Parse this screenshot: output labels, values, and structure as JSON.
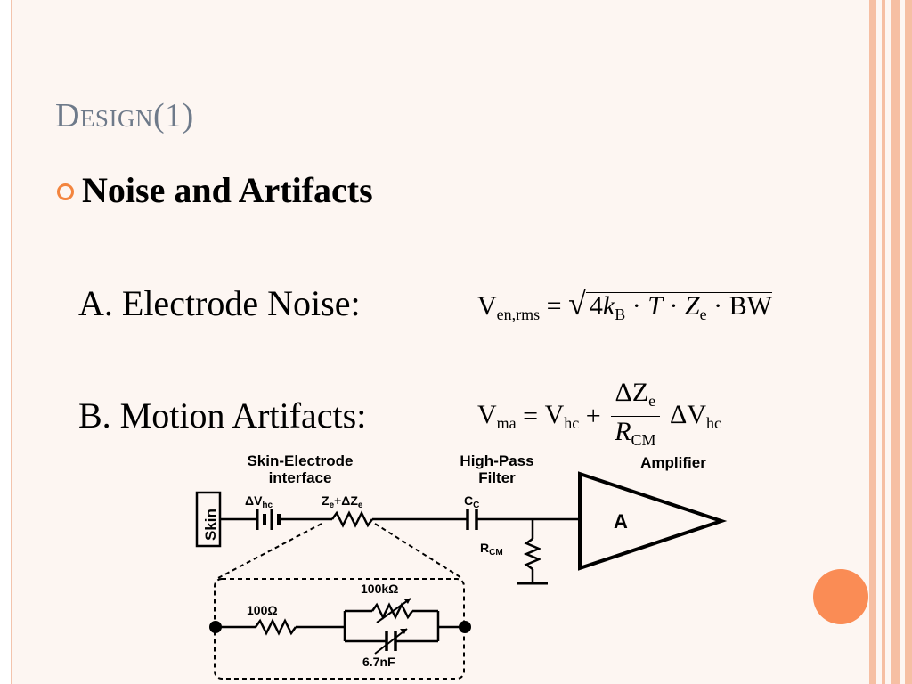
{
  "slide": {
    "title": "Design(1)",
    "bullet": "Noise and Artifacts",
    "item_a": "A. Electrode Noise:",
    "item_b": "B. Motion Artifacts:"
  },
  "equations": {
    "electrode_noise": {
      "lhs": "V",
      "lhs_sub": "en,rms",
      "equals": "=",
      "factor_4": "4",
      "k": "k",
      "k_sub": "B",
      "dot1": " · ",
      "T": "T",
      "dot2": " · ",
      "Z": "Z",
      "Z_sub": "e",
      "dot3": " · ",
      "BW": "BW"
    },
    "motion_artifacts": {
      "lhs": "V",
      "lhs_sub": "ma",
      "equals": "=",
      "term1": "V",
      "term1_sub": "hc",
      "plus": "+",
      "num": "ΔZ",
      "num_sub": "e",
      "den": "R",
      "den_sub": "CM",
      "term2": "ΔV",
      "term2_sub": "hc"
    }
  },
  "circuit": {
    "label_skin_electrode_1": "Skin-Electrode",
    "label_skin_electrode_2": "interface",
    "label_high_pass_1": "High-Pass",
    "label_high_pass_2": "Filter",
    "label_amplifier": "Amplifier",
    "label_skin": "Skin",
    "label_dv": "ΔV",
    "label_dv_sub": "hc",
    "label_ze": "Z",
    "label_ze_sub": "e",
    "label_ze_plus": "+ΔZ",
    "label_ze_sub2": "e",
    "label_cc": "C",
    "label_cc_sub": "C",
    "label_rcm": "R",
    "label_rcm_sub": "CM",
    "label_amp": "A",
    "label_100ohm": "100Ω",
    "label_100kohm": "100kΩ",
    "label_6_7nf": "6.7nF"
  },
  "colors": {
    "accent": "#fa8c55",
    "title": "#6e7a8a",
    "stripe": "#f6bfa3"
  }
}
